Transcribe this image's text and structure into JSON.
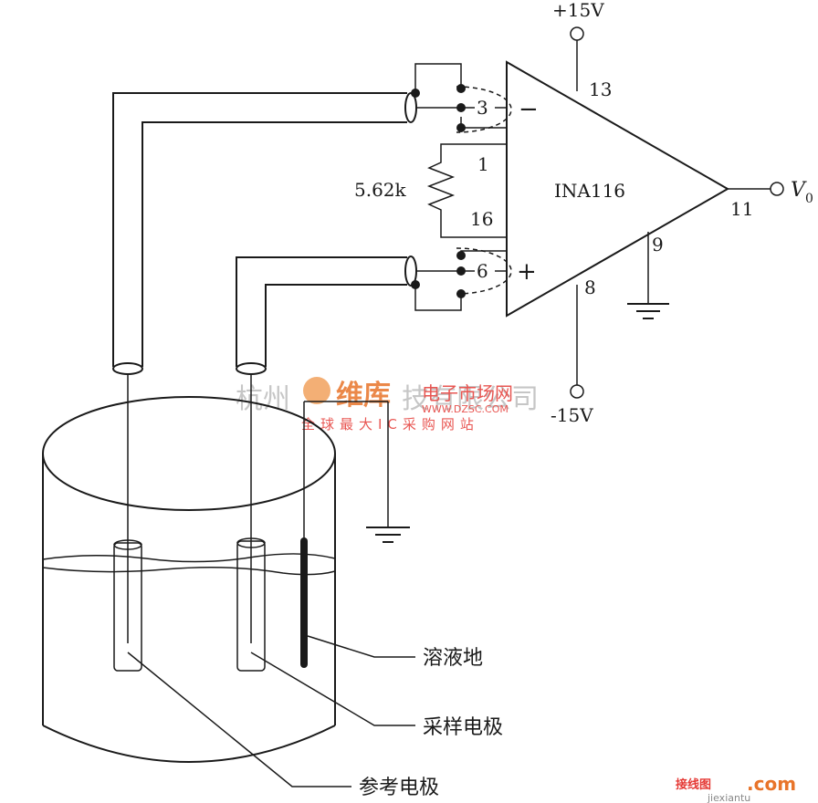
{
  "supply": {
    "positive": "+15V",
    "negative": "-15V"
  },
  "amplifier": {
    "part": "INA116",
    "pins": {
      "inverting": "3",
      "pin1": "1",
      "pin16": "16",
      "noninverting": "6",
      "vplus": "13",
      "vminus": "8",
      "ref": "9",
      "output": "11"
    },
    "minus_symbol": "−",
    "plus_symbol": "+"
  },
  "resistor": {
    "value": "5.62k"
  },
  "output": {
    "name": "V",
    "subscript": "0"
  },
  "labels": {
    "solution_ground": "溶液地",
    "sampling_electrode": "采样电极",
    "reference_electrode": "参考电极"
  },
  "watermark": {
    "company": "杭州",
    "company_tail": "技有限公司",
    "brand": "维库",
    "brand_sub": "电子市场网",
    "url": "WWW.DZSC.COM",
    "slogan": "全球最大IC采购网站",
    "corner_logo": "接线图",
    "corner_com": ".com",
    "corner_url": "jiexiantu"
  },
  "colors": {
    "ink": "#1a1a1a",
    "watermark_orange": "#e8742a",
    "watermark_red": "#e53935",
    "watermark_gray": "#b8b8b8"
  }
}
